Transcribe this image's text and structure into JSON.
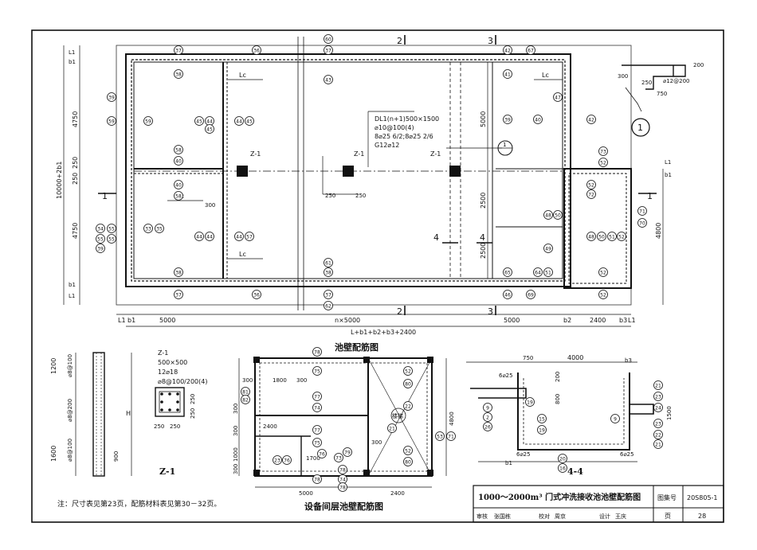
{
  "drawing": {
    "title": "1000～2000m³ 门式冲洗接收池池壁配筋图",
    "atlas_label": "图集号",
    "atlas_no": "20S805-1",
    "page_label": "页",
    "page_no": "28",
    "signoffs": [
      "审核",
      "张国栋",
      "校对",
      "周京",
      "设计",
      "王庆"
    ],
    "note": "注：尺寸表见第23页，配筋材料表见第30－32页。"
  },
  "main_plan": {
    "caption": "池壁配筋图",
    "section_marks": [
      "1",
      "1",
      "2",
      "2",
      "3",
      "3",
      "4",
      "4"
    ],
    "dims_bottom": [
      "L1",
      "b1",
      "5000",
      "n×5000",
      "5000",
      "b2",
      "2400",
      "b3",
      "L1"
    ],
    "total_dim": "L+b1+b2+b3+2400",
    "dims_left": [
      "L1",
      "b1",
      "4750",
      "250",
      "250",
      "4750",
      "b1",
      "L1"
    ],
    "total_dim_left": "10000+2b1",
    "dims_right": [
      "5000",
      "2500",
      "2500",
      "4800",
      "b1",
      "L1"
    ],
    "beam_note": [
      "DL1(n+1)500×1500",
      "⌀10@100(4)",
      "8⌀25 6/2;8⌀25 2/6",
      "G12⌀12"
    ],
    "column_label": "Z-1",
    "lc": "Lc",
    "small_dims": [
      "250",
      "250",
      "300"
    ],
    "detail_dims": [
      "200",
      "300",
      "250",
      "750",
      "⌀12@200"
    ],
    "detail_id": "1",
    "section_circle": "1"
  },
  "column": {
    "caption": "Z-1",
    "spec": [
      "Z-1",
      "500×500",
      "12⌀18",
      "⌀8@100/200(4)"
    ],
    "dims": [
      "1200",
      "⌀8@100",
      "⌀8@200",
      "1600",
      "⌀8@100",
      "900",
      "H"
    ],
    "sec_dims": [
      "250",
      "250",
      "250",
      "250"
    ]
  },
  "equip_plan": {
    "caption": "设备间层池壁配筋图",
    "dims": [
      "1800",
      "300",
      "300",
      "5000",
      "2400",
      "2400",
      "1700",
      "300",
      "1000",
      "300",
      "4800",
      "300",
      "300"
    ],
    "stair": "楼梯"
  },
  "section44": {
    "caption": "4-4",
    "dims": [
      "750",
      "4000",
      "6⌀25",
      "200",
      "800",
      "1500",
      "6⌀25",
      "6⌀25",
      "b3",
      "b1"
    ]
  },
  "tags": {
    "main_top": [
      "37",
      "36",
      "60",
      "37",
      "42",
      "67"
    ],
    "main_bottom": [
      "37",
      "36",
      "62",
      "37",
      "46",
      "69",
      "52"
    ],
    "main_inner": [
      "38",
      "39",
      "59",
      "59",
      "45",
      "44",
      "44",
      "45",
      "58",
      "40",
      "40",
      "58",
      "55",
      "33",
      "44",
      "44",
      "44",
      "57",
      "38",
      "61",
      "38",
      "43",
      "41",
      "39",
      "40",
      "42",
      "47",
      "73",
      "52",
      "52",
      "72",
      "48",
      "50",
      "48",
      "50",
      "51",
      "52",
      "71",
      "70",
      "49",
      "51",
      "52",
      "65",
      "64",
      "34",
      "39",
      "35",
      "45",
      "55",
      "55"
    ],
    "equip": [
      "78",
      "75",
      "77",
      "74",
      "77",
      "75",
      "76",
      "73",
      "79",
      "78",
      "74",
      "78",
      "78",
      "52",
      "80",
      "52",
      "80",
      "53",
      "71",
      "21",
      "22",
      "23",
      "76",
      "81",
      "82"
    ],
    "sec44": [
      "21",
      "23",
      "23",
      "22",
      "15",
      "19",
      "20",
      "16",
      "19",
      "9",
      "2",
      "26",
      "24",
      "21",
      "9"
    ]
  },
  "stamp": "图集号"
}
